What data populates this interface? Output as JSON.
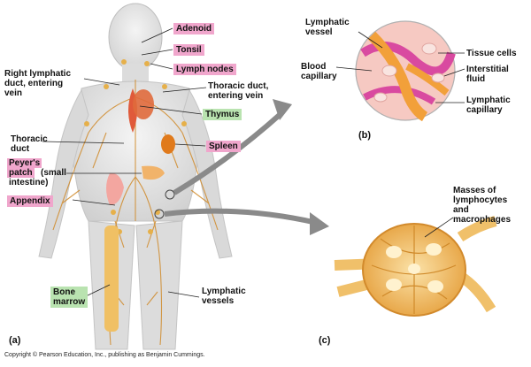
{
  "figure": {
    "panel_a": "(a)",
    "panel_b": "(b)",
    "panel_c": "(c)",
    "copyright": "Copyright © Pearson Education, Inc., publishing as Benjamin Cummings."
  },
  "labels_a": {
    "adenoid": "Adenoid",
    "tonsil": "Tonsil",
    "lymph_nodes": "Lymph nodes",
    "right_lymphatic_duct": [
      "Right lymphatic",
      "duct, entering",
      "vein"
    ],
    "thoracic_duct_entering": [
      "Thoracic duct,",
      "entering vein"
    ],
    "thymus": "Thymus",
    "thoracic_duct": [
      "Thoracic",
      "duct"
    ],
    "spleen": "Spleen",
    "peyers_patch_hl": [
      "Peyer's",
      "patch"
    ],
    "peyers_patch_rest": [
      "(small",
      "intestine)"
    ],
    "appendix": "Appendix",
    "bone_marrow": [
      "Bone",
      "marrow"
    ],
    "lymphatic_vessels": [
      "Lymphatic",
      "vessels"
    ]
  },
  "labels_b": {
    "lymphatic_vessel": [
      "Lymphatic",
      "vessel"
    ],
    "blood_capillary": [
      "Blood",
      "capillary"
    ],
    "tissue_cells": "Tissue cells",
    "interstitial_fluid": [
      "Interstitial",
      "fluid"
    ],
    "lymphatic_capillary": [
      "Lymphatic",
      "capillary"
    ]
  },
  "labels_c": {
    "masses": [
      "Masses of",
      "lymphocytes",
      "and",
      "macrophages"
    ]
  },
  "colors": {
    "highlight_pink": "#f0a6cc",
    "highlight_green": "#b9e3b0",
    "body_skin": "#e8e8e8",
    "lymph_orange": "#e08a1c",
    "node_tan": "#f4cd7e"
  }
}
